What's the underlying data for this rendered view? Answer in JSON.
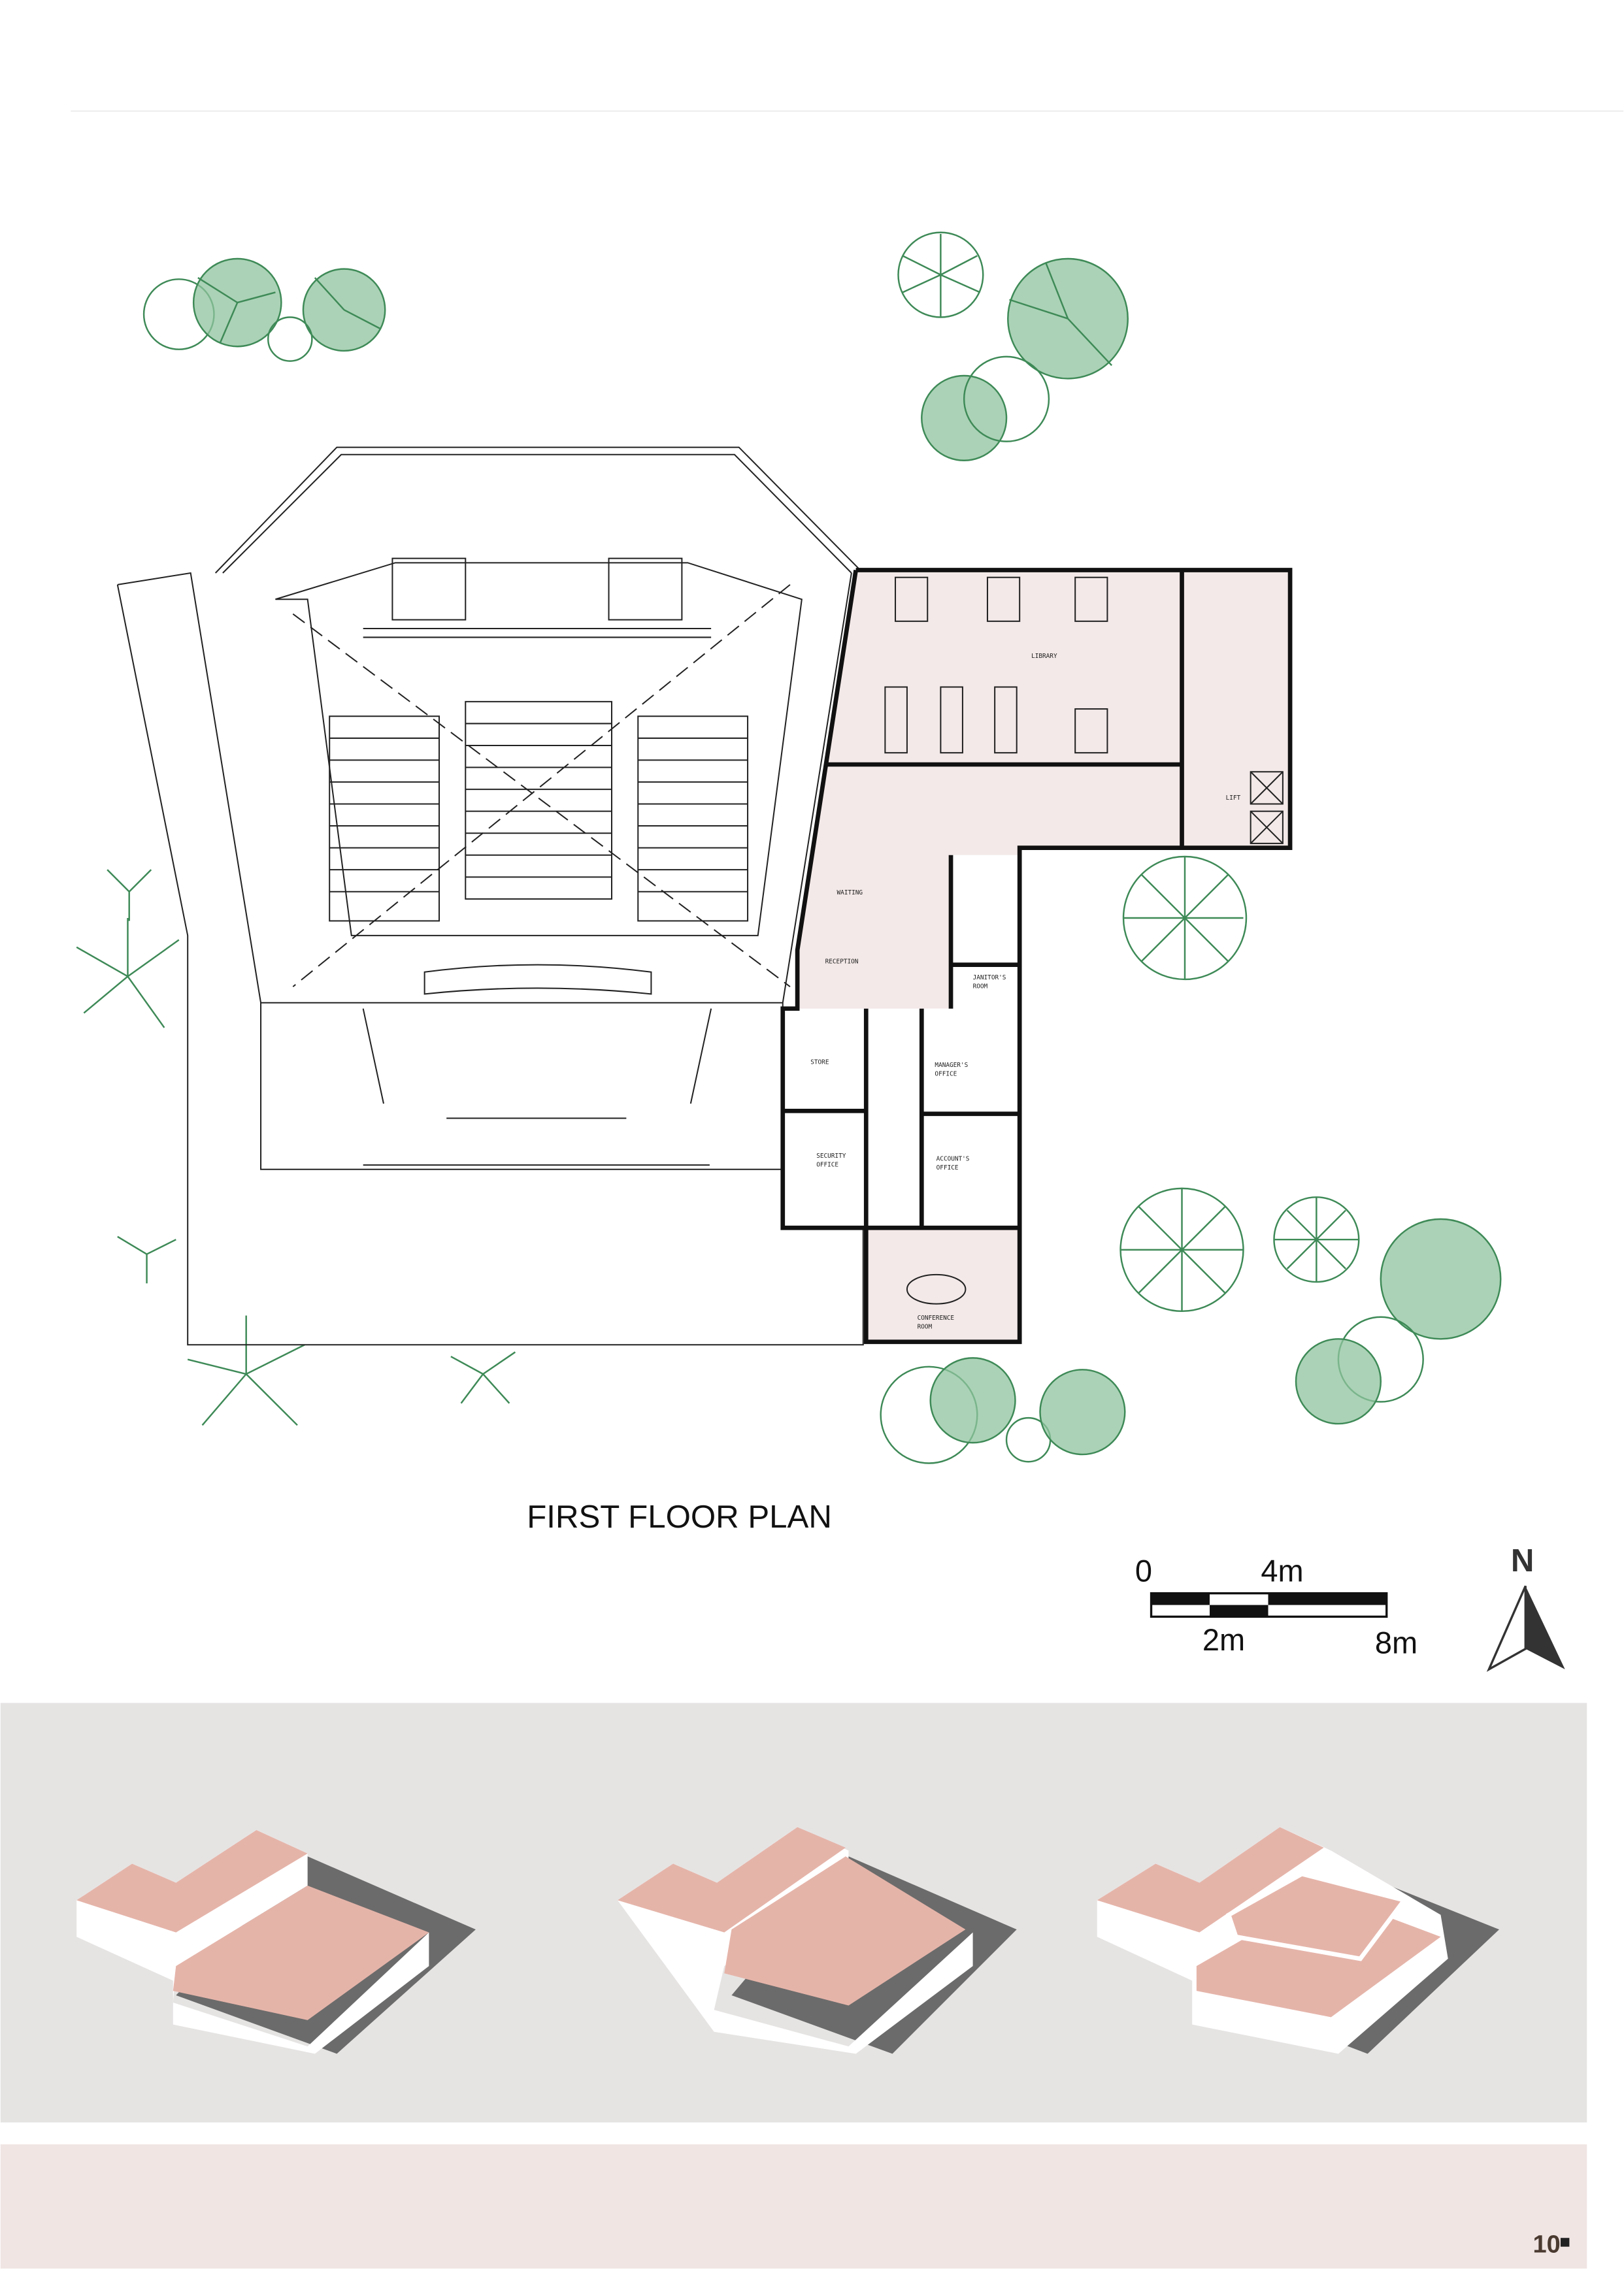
{
  "plan": {
    "title": "FIRST FLOOR PLAN",
    "rooms": {
      "library": "LIBRARY",
      "lift": "LIFT",
      "waiting": "WAITING",
      "reception": "RECEPTION",
      "janitor_1": "JANITOR'S",
      "janitor_2": "ROOM",
      "store": "STORE",
      "manager_1": "MANAGER'S",
      "manager_2": "OFFICE",
      "security_1": "SECURITY",
      "security_2": "OFFICE",
      "account_1": "ACCOUNT'S",
      "account_2": "OFFICE",
      "conference_1": "CONFERENCE",
      "conference_2": "ROOM"
    },
    "floor_color": "#f3e9e8",
    "tree_color": "#3e8a57"
  },
  "scale_bar": {
    "label_0": "0",
    "label_4": "4m",
    "label_2": "2m",
    "label_8": "8m"
  },
  "north_arrow": {
    "label": "N",
    "icon": "north-arrow-icon"
  },
  "massing": {
    "panel_color": "#e6e4e3",
    "mass_color": "#e5b4a9",
    "shadow_color": "#6b6b6b"
  },
  "footer": {
    "page_number": "10",
    "band_color": "#f0e5e3"
  }
}
